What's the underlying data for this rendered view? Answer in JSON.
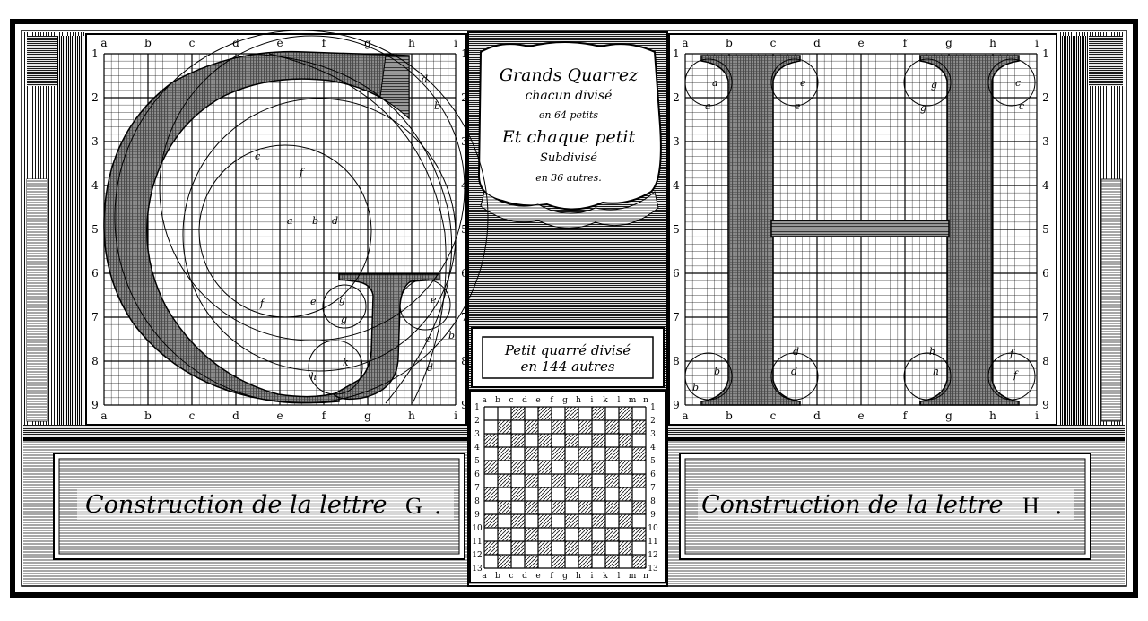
{
  "plate": {
    "cartouche_top": [
      "Grands Quarrez",
      "chacun divisé",
      "en 64 petits",
      "Et chaque petit",
      "Subdivisé",
      "en 36 autres."
    ],
    "cartouche_small": [
      "Petit quarré divisé",
      "en 144 autres"
    ],
    "caption_g_text": "Construction de la lettre",
    "caption_g_letter": "G",
    "caption_h_text": "Construction de la lettre",
    "caption_h_letter": "H",
    "period": "."
  },
  "panel_g": {
    "letter": "G",
    "cols_top": [
      "a",
      "b",
      "c",
      "d",
      "e",
      "f",
      "g",
      "h",
      "i"
    ],
    "cols_bottom": [
      "a",
      "b",
      "c",
      "d",
      "e",
      "f",
      "g",
      "h",
      "i"
    ],
    "rows": [
      "1",
      "2",
      "3",
      "4",
      "5",
      "6",
      "7",
      "8",
      "9"
    ],
    "marks": [
      "a",
      "b",
      "d",
      "c",
      "f",
      "d",
      "b",
      "f",
      "e",
      "g",
      "g",
      "e",
      "k",
      "h",
      "c",
      "d",
      "b"
    ]
  },
  "panel_h": {
    "letter": "H",
    "cols_top": [
      "a",
      "b",
      "c",
      "d",
      "e",
      "f",
      "g",
      "h",
      "i"
    ],
    "cols_bottom": [
      "a",
      "b",
      "c",
      "d",
      "e",
      "f",
      "g",
      "h",
      "i"
    ],
    "rows": [
      "1",
      "2",
      "3",
      "4",
      "5",
      "6",
      "7",
      "8",
      "9"
    ],
    "marks": [
      "a",
      "a",
      "e",
      "e",
      "g",
      "g",
      "c",
      "c",
      "b",
      "b",
      "d",
      "d",
      "h",
      "h",
      "f",
      "f"
    ]
  },
  "panel_small": {
    "cols": [
      "a",
      "b",
      "c",
      "d",
      "e",
      "f",
      "g",
      "h",
      "i",
      "k",
      "l",
      "m",
      "n"
    ],
    "rows": [
      "1",
      "2",
      "3",
      "4",
      "5",
      "6",
      "7",
      "8",
      "9",
      "10",
      "11",
      "12",
      "13"
    ]
  }
}
